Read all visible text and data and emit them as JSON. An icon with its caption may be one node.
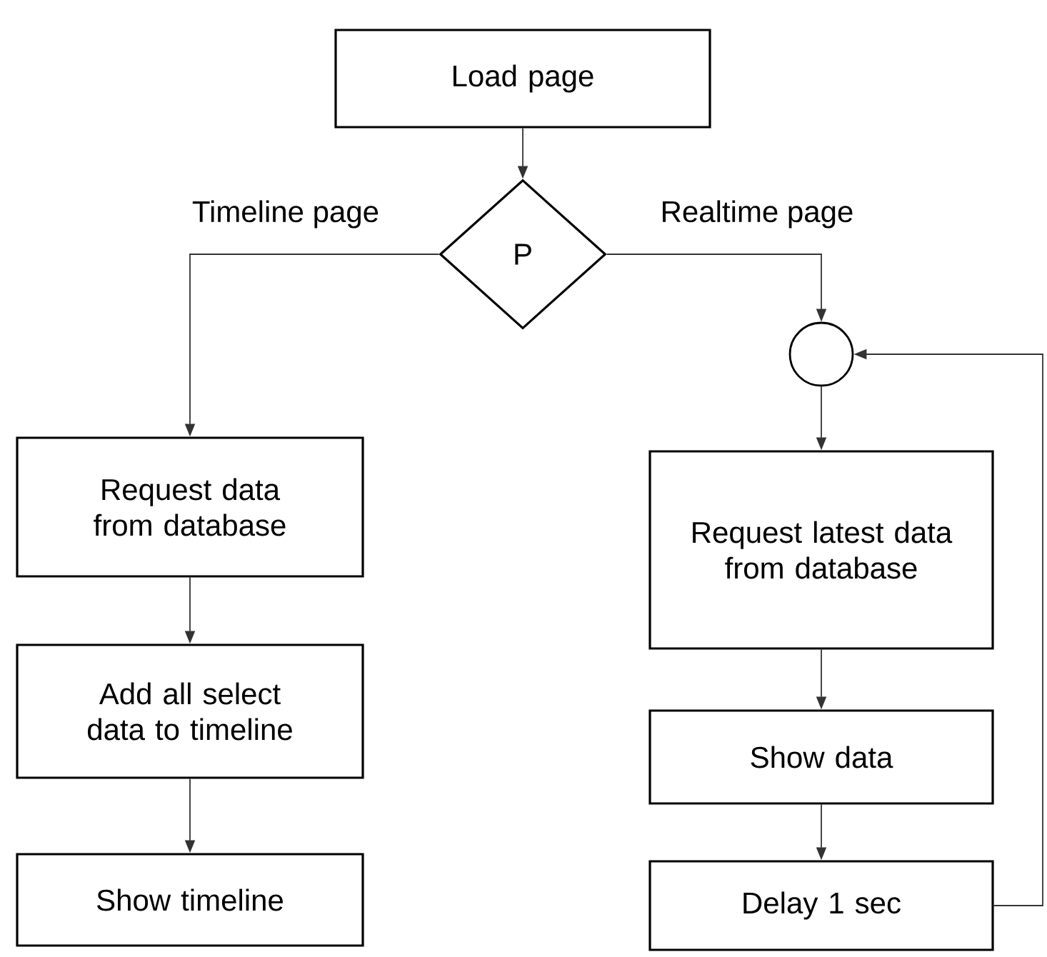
{
  "diagram": {
    "nodes": [
      {
        "text": [
          "Load page"
        ]
      },
      {
        "text": [
          "P"
        ]
      },
      {
        "text": [],
        "shape": "circle"
      },
      {
        "text": [
          "Request data from database"
        ]
      },
      {
        "text": [
          "Add all select data to timeline"
        ]
      },
      {
        "text": [
          "Show timeline"
        ]
      },
      {
        "text": [
          "Request latest data from database"
        ]
      },
      {
        "text": [
          "Show data"
        ]
      },
      {
        "text": [
          "Delay 1 sec"
        ]
      }
    ],
    "edges": [
      {
        "from": 0,
        "to": 1,
        "arrow": "to"
      },
      {
        "from": 1,
        "to": 3,
        "arrow": "to",
        "label": "Timeline page"
      },
      {
        "from": 1,
        "to": 2,
        "arrow": "to",
        "label": "Realtime page"
      },
      {
        "from": 2,
        "to": 6,
        "arrow": "to"
      },
      {
        "from": 6,
        "to": 7,
        "arrow": "to"
      },
      {
        "from": 7,
        "to": 8,
        "arrow": "to"
      },
      {
        "from": 8,
        "to": 2,
        "arrow": "to"
      },
      {
        "from": 3,
        "to": 4,
        "arrow": "to"
      },
      {
        "from": 4,
        "to": 5,
        "arrow": "to"
      }
    ]
  }
}
